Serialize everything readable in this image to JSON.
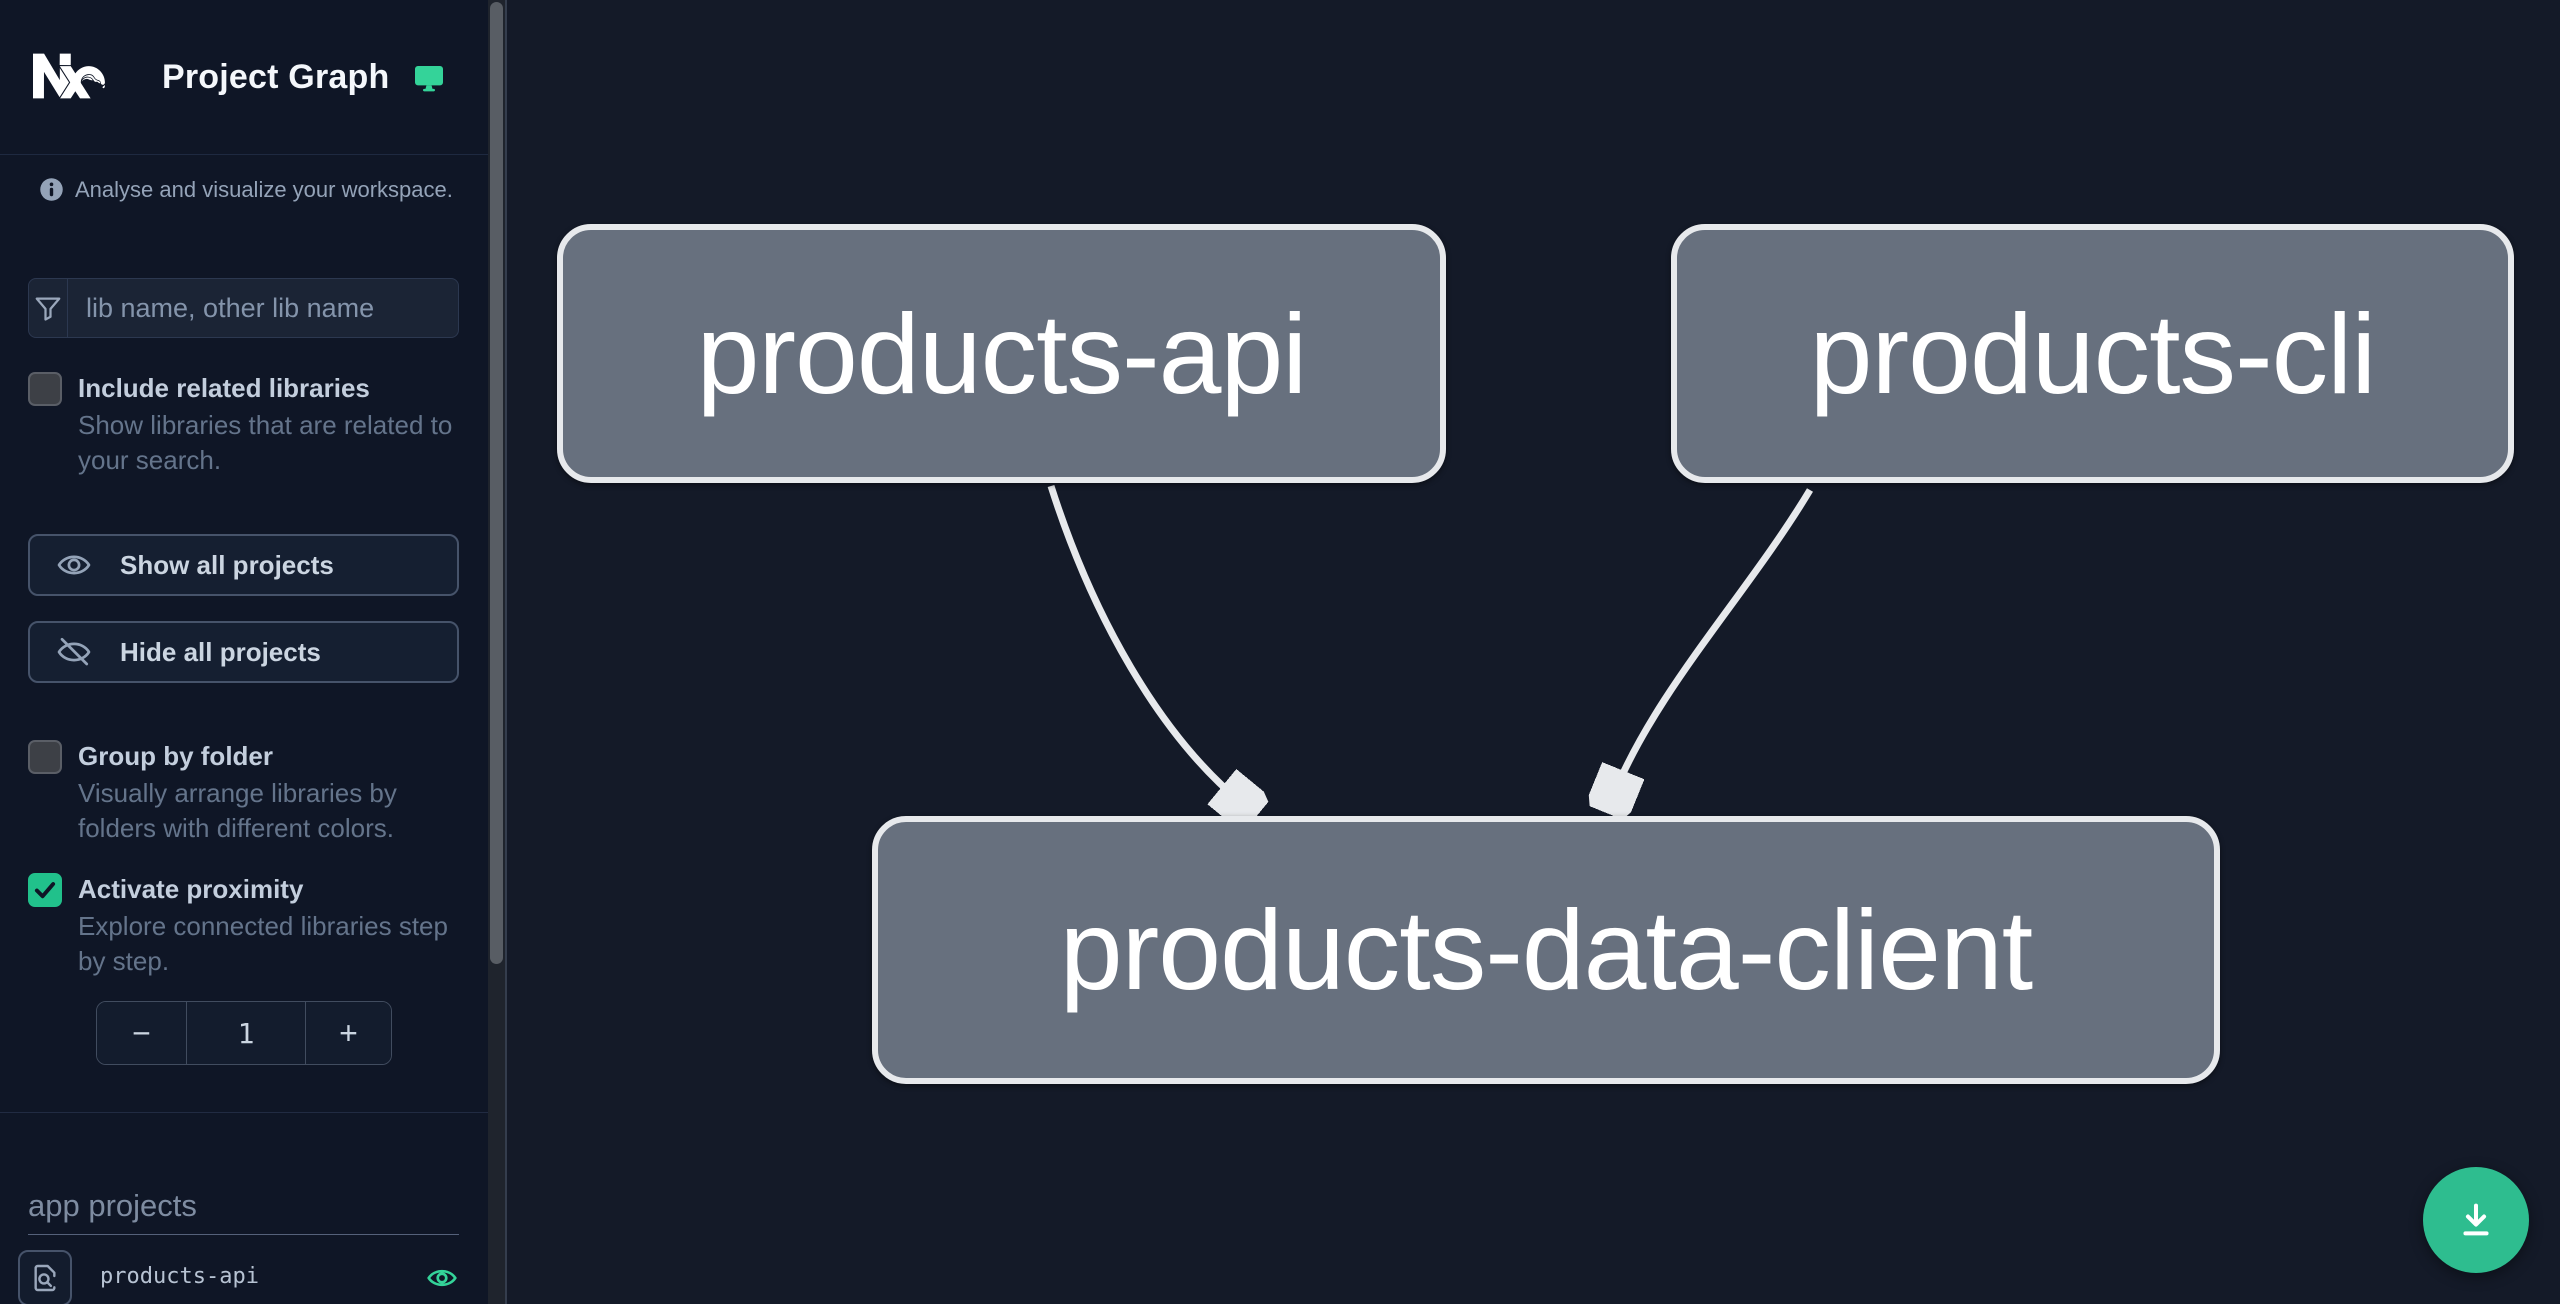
{
  "header": {
    "title": "Project Graph"
  },
  "sidebar": {
    "tagline": "Analyse and visualize your workspace.",
    "filter": {
      "placeholder": "lib name, other lib name"
    },
    "checkboxes": [
      {
        "label": "Include related libraries",
        "description": "Show libraries that are related to your search.",
        "checked": false
      },
      {
        "label": "Group by folder",
        "description": "Visually arrange libraries by folders with different colors.",
        "checked": false
      },
      {
        "label": "Activate proximity",
        "description": "Explore connected libraries step by step.",
        "checked": true
      }
    ],
    "buttons": [
      {
        "label": "Show all projects"
      },
      {
        "label": "Hide all projects"
      }
    ],
    "stepper": {
      "decrement": "−",
      "value": "1",
      "increment": "+"
    },
    "projects_section": {
      "title": "app projects",
      "projects": [
        {
          "name": "products-api",
          "visible": true
        }
      ]
    }
  },
  "graph": {
    "nodes": [
      {
        "id": "products-api",
        "label": "products-api"
      },
      {
        "id": "products-cli",
        "label": "products-cli"
      },
      {
        "id": "products-data-client",
        "label": "products-data-client"
      }
    ],
    "edges": [
      {
        "from": "products-api",
        "to": "products-data-client"
      },
      {
        "from": "products-cli",
        "to": "products-data-client"
      }
    ]
  },
  "colors": {
    "sidebar_bg": "#0f1626",
    "canvas_bg": "#141a28",
    "node_fill": "#67707e",
    "node_border": "#e7e9ec",
    "edge": "#e7e9ec",
    "accent_green": "#2ebd8f",
    "checkbox_green": "#21c18b",
    "icon_green": "#34d399"
  }
}
